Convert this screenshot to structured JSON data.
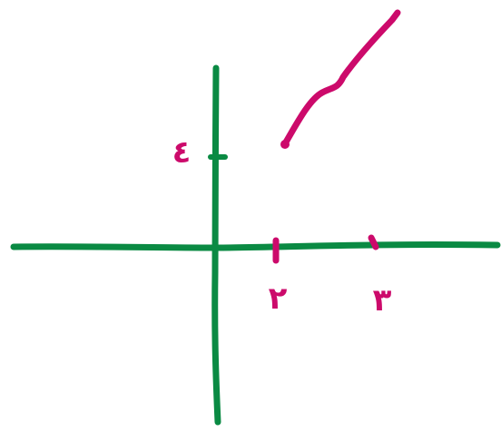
{
  "colors": {
    "axes": "#0a8a43",
    "ink": "#cc0a6b",
    "background": "#ffffff"
  },
  "labels": {
    "y_tick": "٤",
    "x_tick_1": "٢",
    "x_tick_2": "٣"
  }
}
